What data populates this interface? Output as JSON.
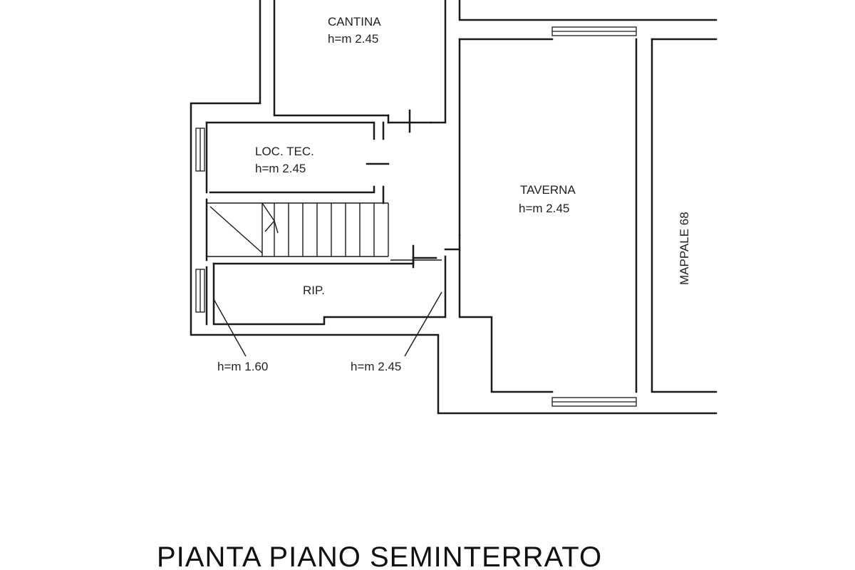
{
  "rooms": {
    "cantina": {
      "name": "CANTINA",
      "height": "h=m 2.45"
    },
    "locale_tecnico": {
      "name": "LOC. TEC.",
      "height": "h=m 2.45"
    },
    "taverna": {
      "name": "TAVERNA",
      "height": "h=m 2.45"
    },
    "ripostiglio": {
      "name": "RIP."
    }
  },
  "slope_labels": {
    "low": "h=m 1.60",
    "high": "h=m 2.45"
  },
  "neighbor": {
    "label": "MAPPALE 68"
  },
  "title": "PIANTA PIANO SEMINTERRATO"
}
